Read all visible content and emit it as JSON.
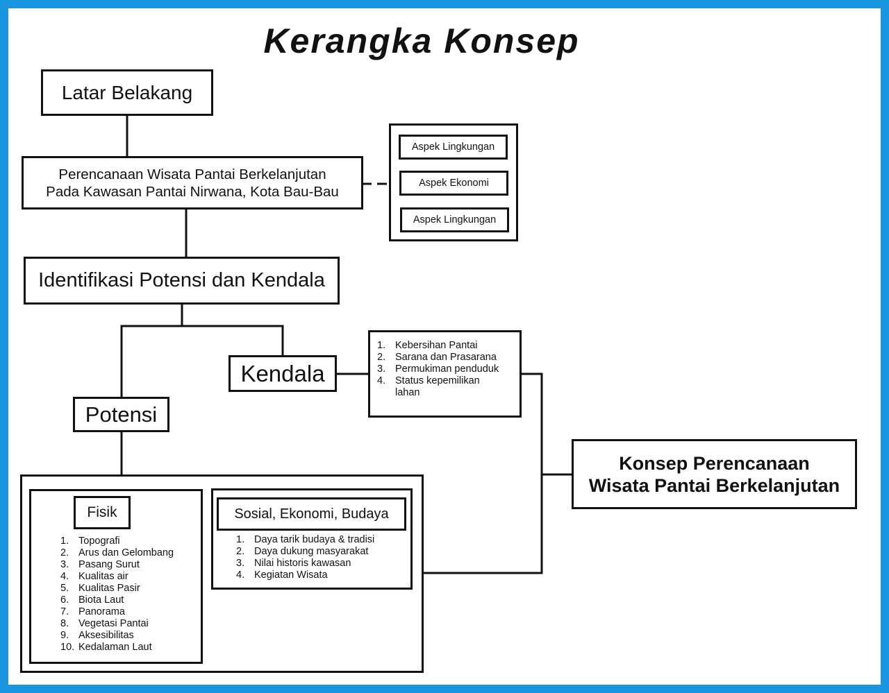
{
  "title": "Kerangka Konsep",
  "colors": {
    "frame": "#1a95e0",
    "line": "#111111",
    "background": "#ffffff"
  },
  "latar": "Latar Belakang",
  "perencanaan": {
    "line1": "Perencanaan Wisata Pantai Berkelanjutan",
    "line2": "Pada Kawasan Pantai Nirwana, Kota Bau-Bau"
  },
  "aspek": [
    "Aspek Lingkungan",
    "Aspek Ekonomi",
    "Aspek Lingkungan"
  ],
  "identifikasi": "Identifikasi Potensi dan Kendala",
  "kendala": {
    "label": "Kendala",
    "items": [
      {
        "num": "1.",
        "text": "Kebersihan Pantai"
      },
      {
        "num": "2.",
        "text": "Sarana dan Prasarana"
      },
      {
        "num": "3.",
        "text": "Permukiman penduduk"
      },
      {
        "num": "4.",
        "text": "Status kepemilikan lahan"
      }
    ]
  },
  "potensi": "Potensi",
  "fisik": {
    "label": "Fisik",
    "items": [
      {
        "num": "1.",
        "text": "Topografi"
      },
      {
        "num": "2.",
        "text": "Arus dan Gelombang"
      },
      {
        "num": "3.",
        "text": "Pasang Surut"
      },
      {
        "num": "4.",
        "text": "Kualitas air"
      },
      {
        "num": "5.",
        "text": "Kualitas Pasir"
      },
      {
        "num": "6.",
        "text": "Biota Laut"
      },
      {
        "num": "7.",
        "text": "Panorama"
      },
      {
        "num": "8.",
        "text": "Vegetasi Pantai"
      },
      {
        "num": "9.",
        "text": "Aksesibilitas"
      },
      {
        "num": "10.",
        "text": "Kedalaman Laut"
      }
    ]
  },
  "sosial": {
    "label": "Sosial, Ekonomi, Budaya",
    "items": [
      {
        "num": "1.",
        "text": "Daya tarik budaya & tradisi"
      },
      {
        "num": "2.",
        "text": "Daya dukung masyarakat"
      },
      {
        "num": "3.",
        "text": "Nilai historis kawasan"
      },
      {
        "num": "4.",
        "text": "Kegiatan Wisata"
      }
    ]
  },
  "konsep": {
    "line1": "Konsep Perencanaan",
    "line2": "Wisata Pantai Berkelanjutan"
  }
}
